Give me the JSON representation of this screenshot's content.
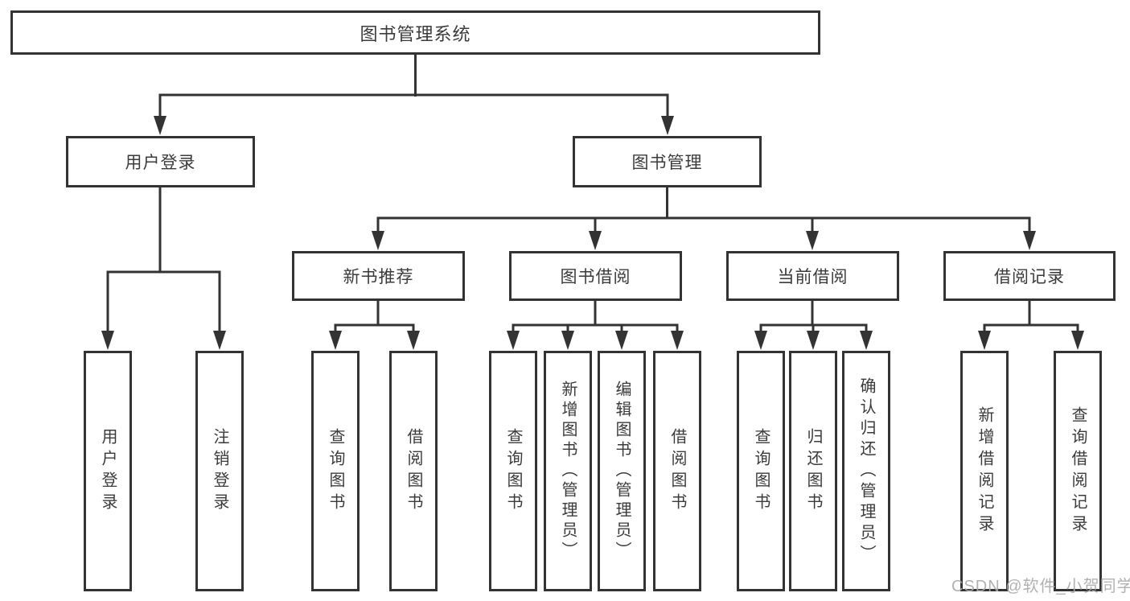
{
  "tree": {
    "root": {
      "label": "图书管理系统"
    },
    "login_branch": {
      "label": "用户登录",
      "children": [
        {
          "label": "用户登录"
        },
        {
          "label": "注销登录"
        }
      ]
    },
    "mgmt_branch": {
      "label": "图书管理",
      "groups": [
        {
          "label": "新书推荐",
          "children": [
            {
              "label": "查询图书"
            },
            {
              "label": "借阅图书"
            }
          ]
        },
        {
          "label": "图书借阅",
          "children": [
            {
              "label": "查询图书"
            },
            {
              "label": "新增图书（管理员）"
            },
            {
              "label": "编辑图书（管理员）"
            },
            {
              "label": "借阅图书"
            }
          ]
        },
        {
          "label": "当前借阅",
          "children": [
            {
              "label": "查询图书"
            },
            {
              "label": "归还图书"
            },
            {
              "label": "确认归还（管理员）"
            }
          ]
        },
        {
          "label": "借阅记录",
          "children": [
            {
              "label": "新增借阅记录"
            },
            {
              "label": "查询借阅记录"
            }
          ]
        }
      ]
    }
  },
  "watermark": "CSDN @软件_小贺同学",
  "colors": {
    "line": "#333333",
    "text": "#3b3b3b",
    "watermark": "#a8a8a8",
    "background": "#ffffff"
  }
}
